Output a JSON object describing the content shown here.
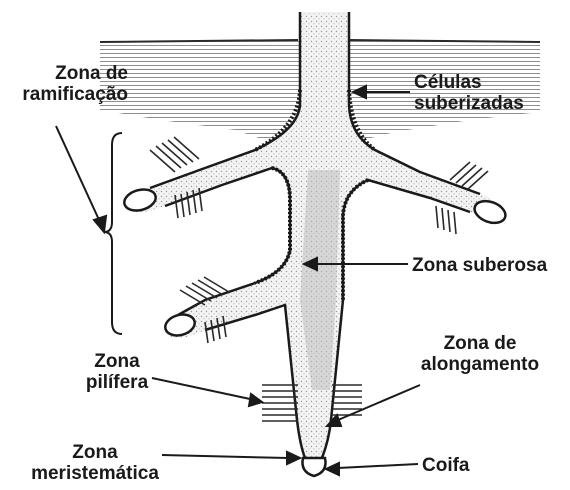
{
  "labels": {
    "zona_ramificacao": [
      "Zona de",
      "ramificação"
    ],
    "celulas_suberizadas": [
      "Células",
      "suberizadas"
    ],
    "zona_suberosa": "Zona suberosa",
    "zona_alongamento": [
      "Zona de",
      "alongamento"
    ],
    "zona_pilifera": [
      "Zona",
      "pilífera"
    ],
    "zona_meristematica": [
      "Zona",
      "meristemática"
    ],
    "coifa": "Coifa"
  },
  "colors": {
    "ink": "#1a1a1a",
    "shade": "#8a8a8a",
    "background": "#ffffff"
  }
}
